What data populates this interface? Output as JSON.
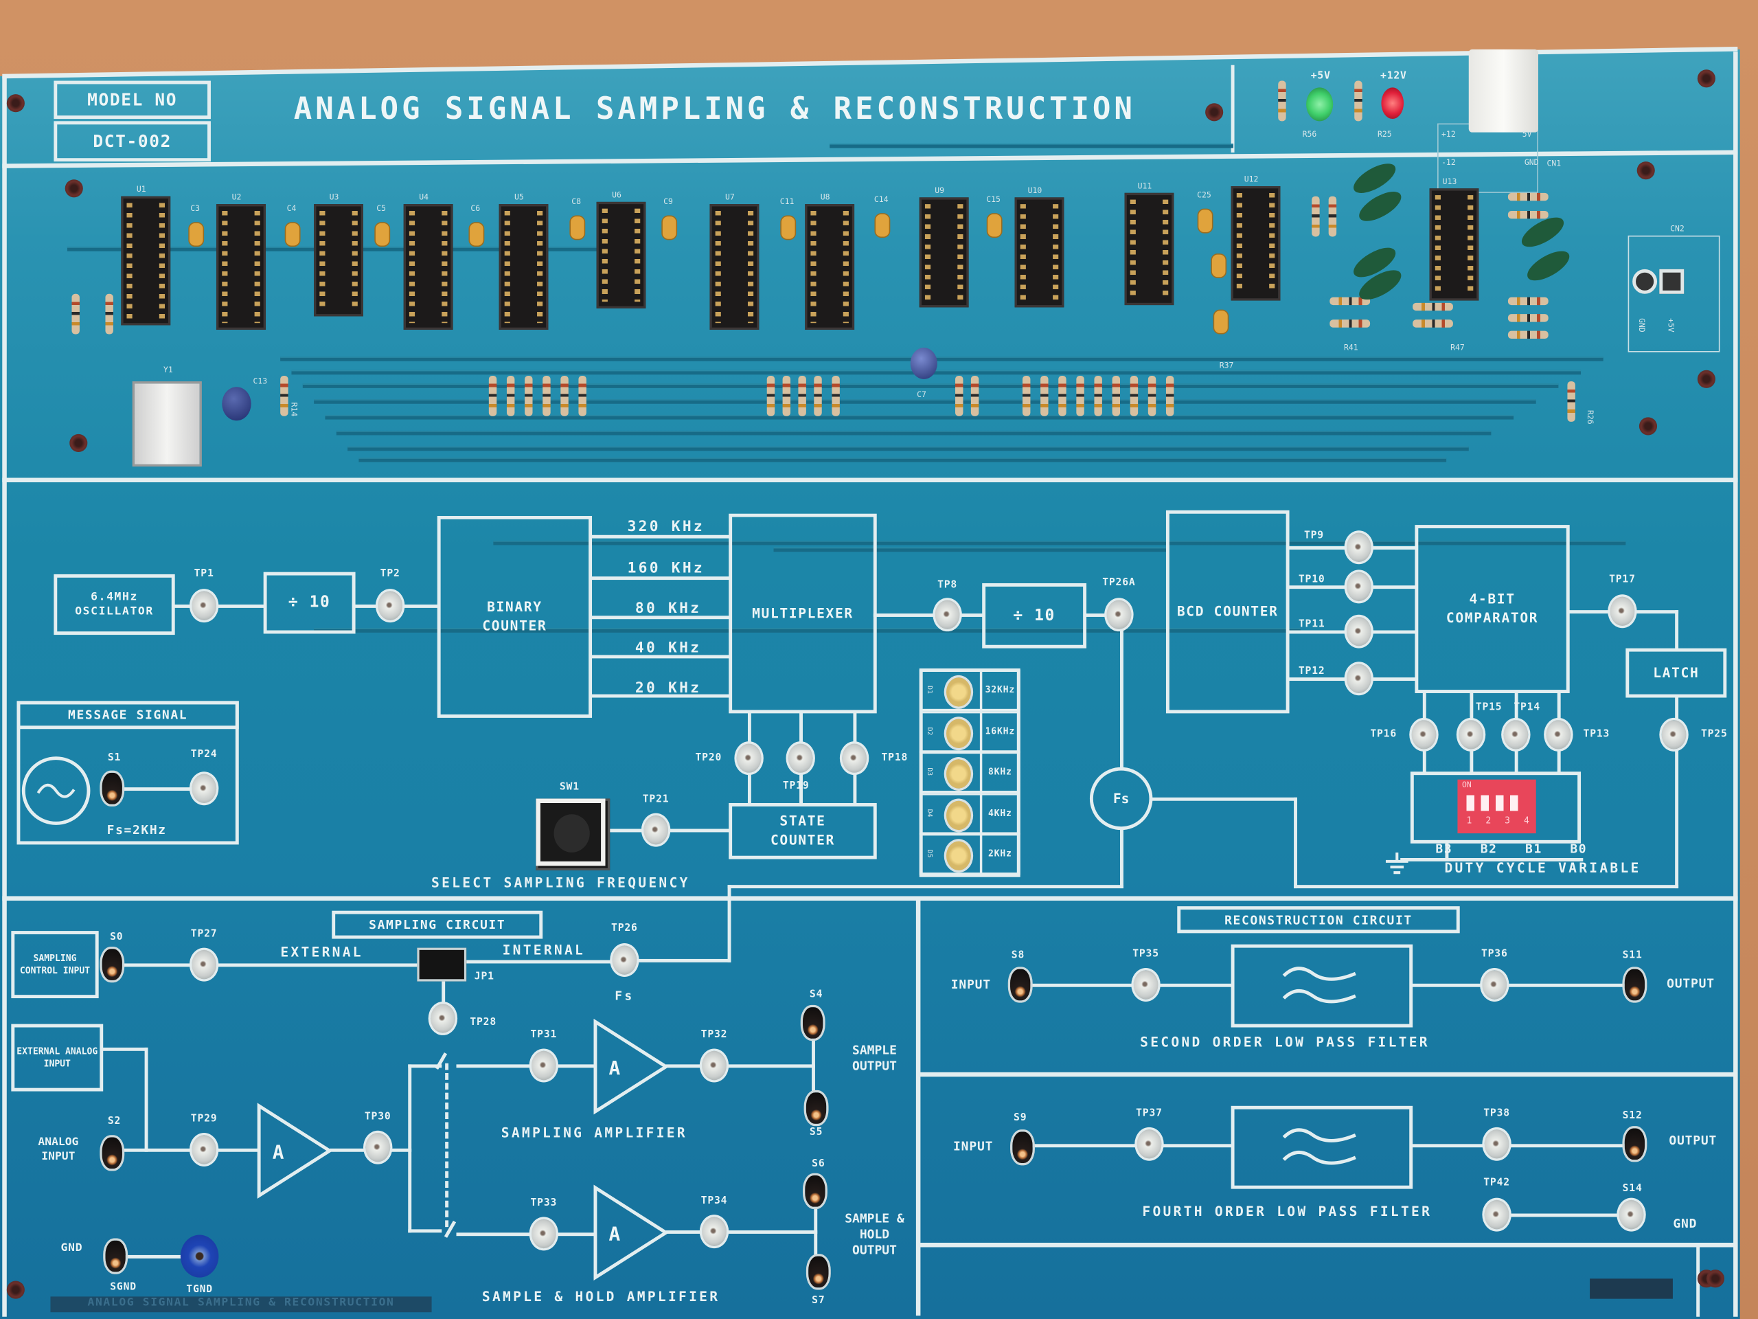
{
  "header": {
    "model_label": "MODEL NO",
    "model_number": "DCT-002",
    "title": "ANALOG SIGNAL SAMPLING & RECONSTRUCTION",
    "power": {
      "led1_label": "+5V",
      "led2_label": "+12V",
      "r1": "R56",
      "r2": "R25",
      "connector": "CN1",
      "pin_a": "+12",
      "pin_b": "5V",
      "pin_c": "-12",
      "pin_d": "GND"
    }
  },
  "components": {
    "ics": [
      "U1",
      "U2",
      "U3",
      "U4",
      "U5",
      "U6",
      "U7",
      "U8",
      "U9",
      "U10",
      "U11",
      "U12",
      "U13"
    ],
    "caps": [
      "C3",
      "C4",
      "C5",
      "C6",
      "C8",
      "C9",
      "C11",
      "C14",
      "C15",
      "C25"
    ],
    "crystal": "Y1",
    "electrolytic": [
      "C13",
      "C7"
    ],
    "resistors": [
      "R14",
      "R37",
      "R26",
      "R41",
      "R47"
    ],
    "power_connector": "CN2",
    "cn2_pins": [
      "GND",
      "+5V"
    ]
  },
  "generator": {
    "oscillator": "6.4MHz OSCILLATOR",
    "divider1": "÷ 10",
    "binary_counter": "BINARY COUNTER",
    "frequencies": [
      "320 KHz",
      "160 KHz",
      "80 KHz",
      "40 KHz",
      "20 KHz"
    ],
    "multiplexer": "MULTIPLEXER",
    "divider2": "÷ 10",
    "state_counter": "STATE COUNTER",
    "switch": "SW1",
    "select_label": "SELECT SAMPLING FREQUENCY",
    "sampling_freqs": [
      "32KHz",
      "16KHz",
      "8KHz",
      "4KHz",
      "2KHz"
    ],
    "led_ids": [
      "D1",
      "D2",
      "D3",
      "D4",
      "D5"
    ],
    "fs": "Fs",
    "bcd_counter": "BCD COUNTER",
    "comparator": "4-BIT COMPARATOR",
    "latch": "LATCH",
    "bits": [
      "B3",
      "B2",
      "B1",
      "B0"
    ],
    "dip_on": "ON",
    "dip_numbers": [
      "1",
      "2",
      "3",
      "4"
    ],
    "duty_cycle": "DUTY CYCLE VARIABLE"
  },
  "message_signal": {
    "title": "MESSAGE SIGNAL",
    "socket": "S1",
    "freq": "Fs=2KHz"
  },
  "test_points": {
    "tp1": "TP1",
    "tp2": "TP2",
    "tp8": "TP8",
    "tp26a": "TP26A",
    "tp9": "TP9",
    "tp10": "TP10",
    "tp11": "TP11",
    "tp12": "TP12",
    "tp13": "TP13",
    "tp14": "TP14",
    "tp15": "TP15",
    "tp16": "TP16",
    "tp17": "TP17",
    "tp18": "TP18",
    "tp19": "TP19",
    "tp20": "TP20",
    "tp21": "TP21",
    "tp24": "TP24",
    "tp25": "TP25",
    "tp26": "TP26",
    "tp27": "TP27",
    "tp28": "TP28",
    "tp29": "TP29",
    "tp30": "TP30",
    "tp31": "TP31",
    "tp32": "TP32",
    "tp33": "TP33",
    "tp34": "TP34",
    "tp35": "TP35",
    "tp36": "TP36",
    "tp37": "TP37",
    "tp38": "TP38",
    "tp42": "TP42"
  },
  "sampling": {
    "title": "SAMPLING CIRCUIT",
    "control_input": "SAMPLING CONTROL INPUT",
    "s0": "S0",
    "external": "EXTERNAL",
    "internal": "INTERNAL",
    "jumper": "JP1",
    "fs": "Fs",
    "ext_analog": "EXTERNAL ANALOG INPUT",
    "analog_input": "ANALOG INPUT",
    "s2": "S2",
    "amp": "A",
    "sampling_amp": "SAMPLING AMPLIFIER",
    "sh_amp": "SAMPLE & HOLD AMPLIFIER",
    "s4": "S4",
    "s5": "S5",
    "s6": "S6",
    "s7": "S7",
    "sample_output": "SAMPLE OUTPUT",
    "sh_output": "SAMPLE & HOLD OUTPUT",
    "gnd": "GND",
    "sgnd": "SGND",
    "tgnd": "TGND",
    "footer": "ANALOG SIGNAL SAMPLING & RECONSTRUCTION"
  },
  "reconstruction": {
    "title": "RECONSTRUCTION CIRCUIT",
    "input": "INPUT",
    "output": "OUTPUT",
    "gnd": "GND",
    "s8": "S8",
    "s9": "S9",
    "s11": "S11",
    "s12": "S12",
    "s14": "S14",
    "filter2": "SECOND ORDER LOW PASS FILTER",
    "filter4": "FOURTH ORDER LOW PASS FILTER"
  },
  "colors": {
    "board": "#1c86a8",
    "silkscreen": "#e3eef0",
    "wood": "#c88a5f",
    "led_green": "#3fcf6a",
    "led_red": "#e0203a",
    "dip": "#e8465a"
  }
}
